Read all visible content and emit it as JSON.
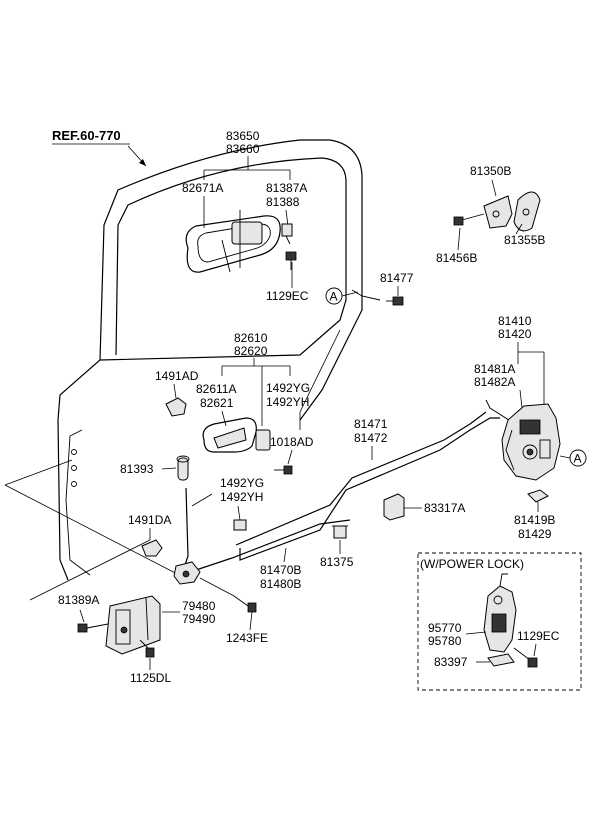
{
  "ref_label": "REF.60-770",
  "marker_letter": "A",
  "inset_title": "(W/POWER LOCK)",
  "parts": {
    "p83650": "83650",
    "p83660": "83660",
    "p82671A": "82671A",
    "p81387A": "81387A",
    "p81388": "81388",
    "p1129EC": "1129EC",
    "p81477": "81477",
    "p81350B": "81350B",
    "p81355B": "81355B",
    "p81456B": "81456B",
    "p82610": "82610",
    "p82620": "82620",
    "p1491AD": "1491AD",
    "p82611A": "82611A",
    "p82621": "82621",
    "p1492YG_a": "1492YG",
    "p1492YH_a": "1492YH",
    "p1018AD": "1018AD",
    "p81393": "81393",
    "p1492YG_b": "1492YG",
    "p1492YH_b": "1492YH",
    "p1491DA": "1491DA",
    "p81471": "81471",
    "p81472": "81472",
    "p81410": "81410",
    "p81420": "81420",
    "p81481A": "81481A",
    "p81482A": "81482A",
    "p83317A": "83317A",
    "p81419B": "81419B",
    "p81429": "81429",
    "p81375": "81375",
    "p81470B": "81470B",
    "p81480B": "81480B",
    "p81389A": "81389A",
    "p79480": "79480",
    "p79490": "79490",
    "p1243FE": "1243FE",
    "p1125DL": "1125DL",
    "p95770": "95770",
    "p95780": "95780",
    "p1129EC_inset": "1129EC",
    "p83397": "83397"
  }
}
